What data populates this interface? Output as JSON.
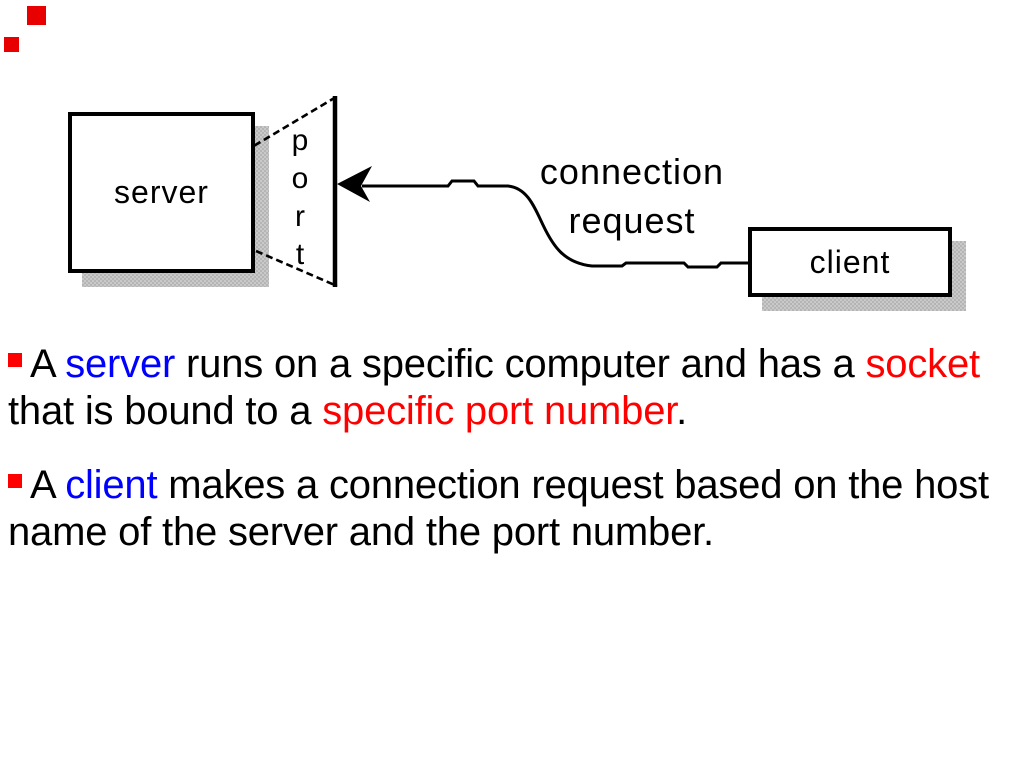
{
  "colors": {
    "black": "#000000",
    "blue": "#0000ff",
    "red": "#ff0000",
    "decor_red": "#e80000",
    "shadow_dark": "#b5b5b5",
    "shadow_light": "#c9c9c9"
  },
  "diagram": {
    "server_label": "server",
    "client_label": "client",
    "port_letters": [
      "p",
      "o",
      "r",
      "t"
    ],
    "connection_label_line1": "connection",
    "connection_label_line2": "request"
  },
  "bullets": {
    "paragraphs": [
      {
        "bullet": true,
        "lines": [
          [
            {
              "t": "A ",
              "c": "black"
            },
            {
              "t": "server",
              "c": "blue"
            },
            {
              "t": " runs on a specific computer and has a ",
              "c": "black"
            },
            {
              "t": "socket",
              "c": "red"
            }
          ],
          [
            {
              "t": "that is bound to a ",
              "c": "black"
            },
            {
              "t": "specific port number",
              "c": "red"
            },
            {
              "t": ".",
              "c": "black"
            }
          ]
        ]
      },
      {
        "bullet": true,
        "lines": [
          [
            {
              "t": "A ",
              "c": "black"
            },
            {
              "t": "client",
              "c": "blue"
            },
            {
              "t": " makes a connection request based on the host",
              "c": "black"
            }
          ],
          [
            {
              "t": "name of the server and the port number.",
              "c": "black"
            }
          ]
        ]
      }
    ]
  }
}
